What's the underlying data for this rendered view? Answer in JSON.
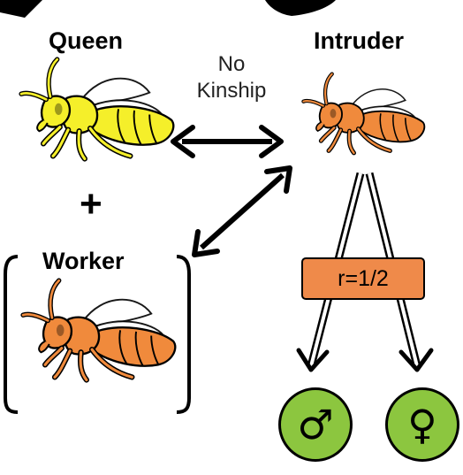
{
  "labels": {
    "queen": "Queen",
    "intruder": "Intruder",
    "kinship_line1": "No",
    "kinship_line2": "Kinship",
    "plus": "+",
    "worker": "Worker",
    "relatedness": "r=1/2"
  },
  "offspring": {
    "male_symbol": "♂",
    "female_symbol": "♀"
  },
  "colors": {
    "queen_bee": "#f5ef2a",
    "queen_bee_shade": "#d9cc1a",
    "orange_bee": "#f08a3c",
    "orange_bee_shade": "#c9652a",
    "relatedness_box": "#ef8a4a",
    "offspring_circle": "#8cc63f"
  },
  "icons": [
    "queen-bee-icon",
    "intruder-bee-icon",
    "worker-bee-icon",
    "male-symbol-icon",
    "female-symbol-icon"
  ]
}
